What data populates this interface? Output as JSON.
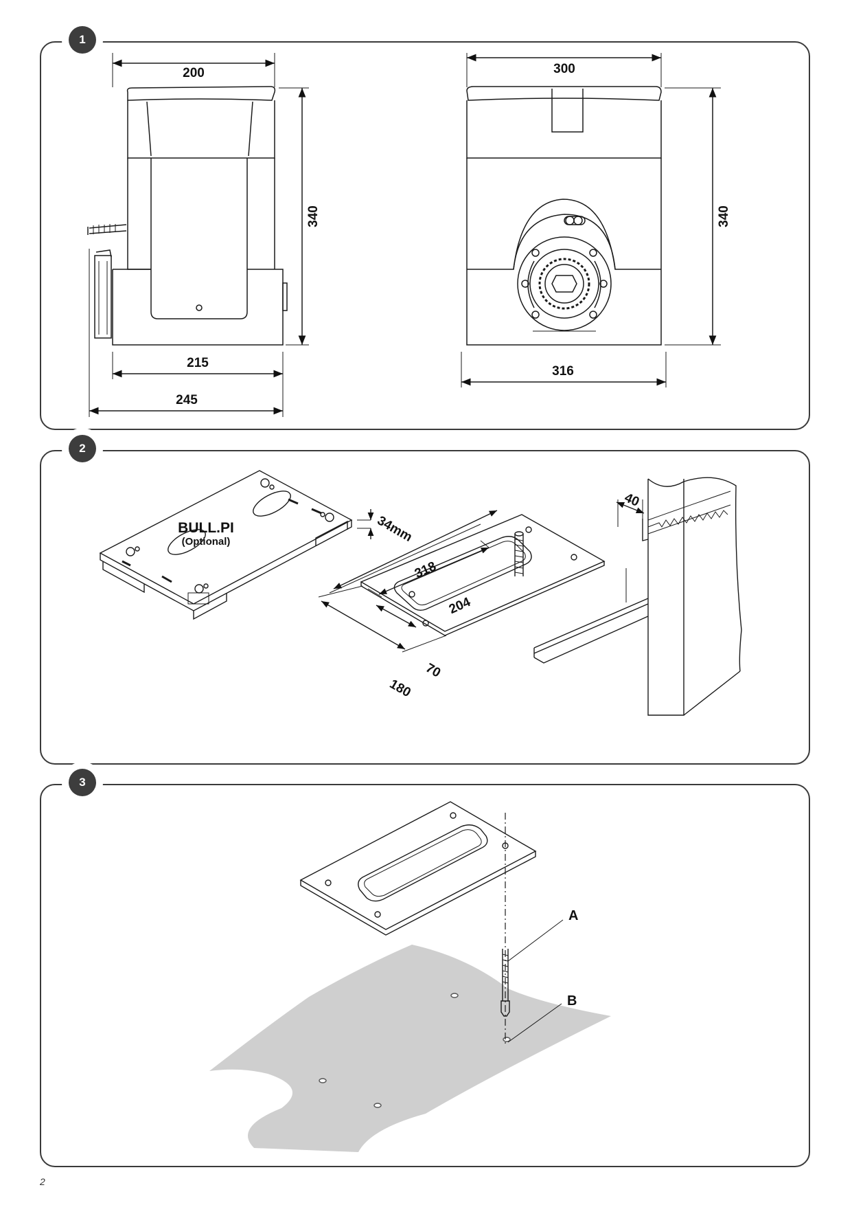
{
  "panels": [
    {
      "number": "1"
    },
    {
      "number": "2"
    },
    {
      "number": "3"
    }
  ],
  "dimensions": {
    "side_width_top": "200",
    "side_height": "340",
    "side_width_base": "215",
    "side_width_total": "245",
    "front_width_top": "300",
    "front_height": "340",
    "front_width_base": "316",
    "plate_length": "318",
    "slot_length": "204",
    "slot_width": "70",
    "plate_width": "180",
    "rack_offset": "40",
    "bull_height": "34mm"
  },
  "labels": {
    "bull_title": "BULL.PI",
    "bull_optional": "(Optional)",
    "anchor_a": "A",
    "anchor_b": "B"
  },
  "page_number": "2",
  "colors": {
    "line": "#1a1a1a",
    "ground": "#cfcfcf",
    "badge": "#3d3d3d"
  }
}
